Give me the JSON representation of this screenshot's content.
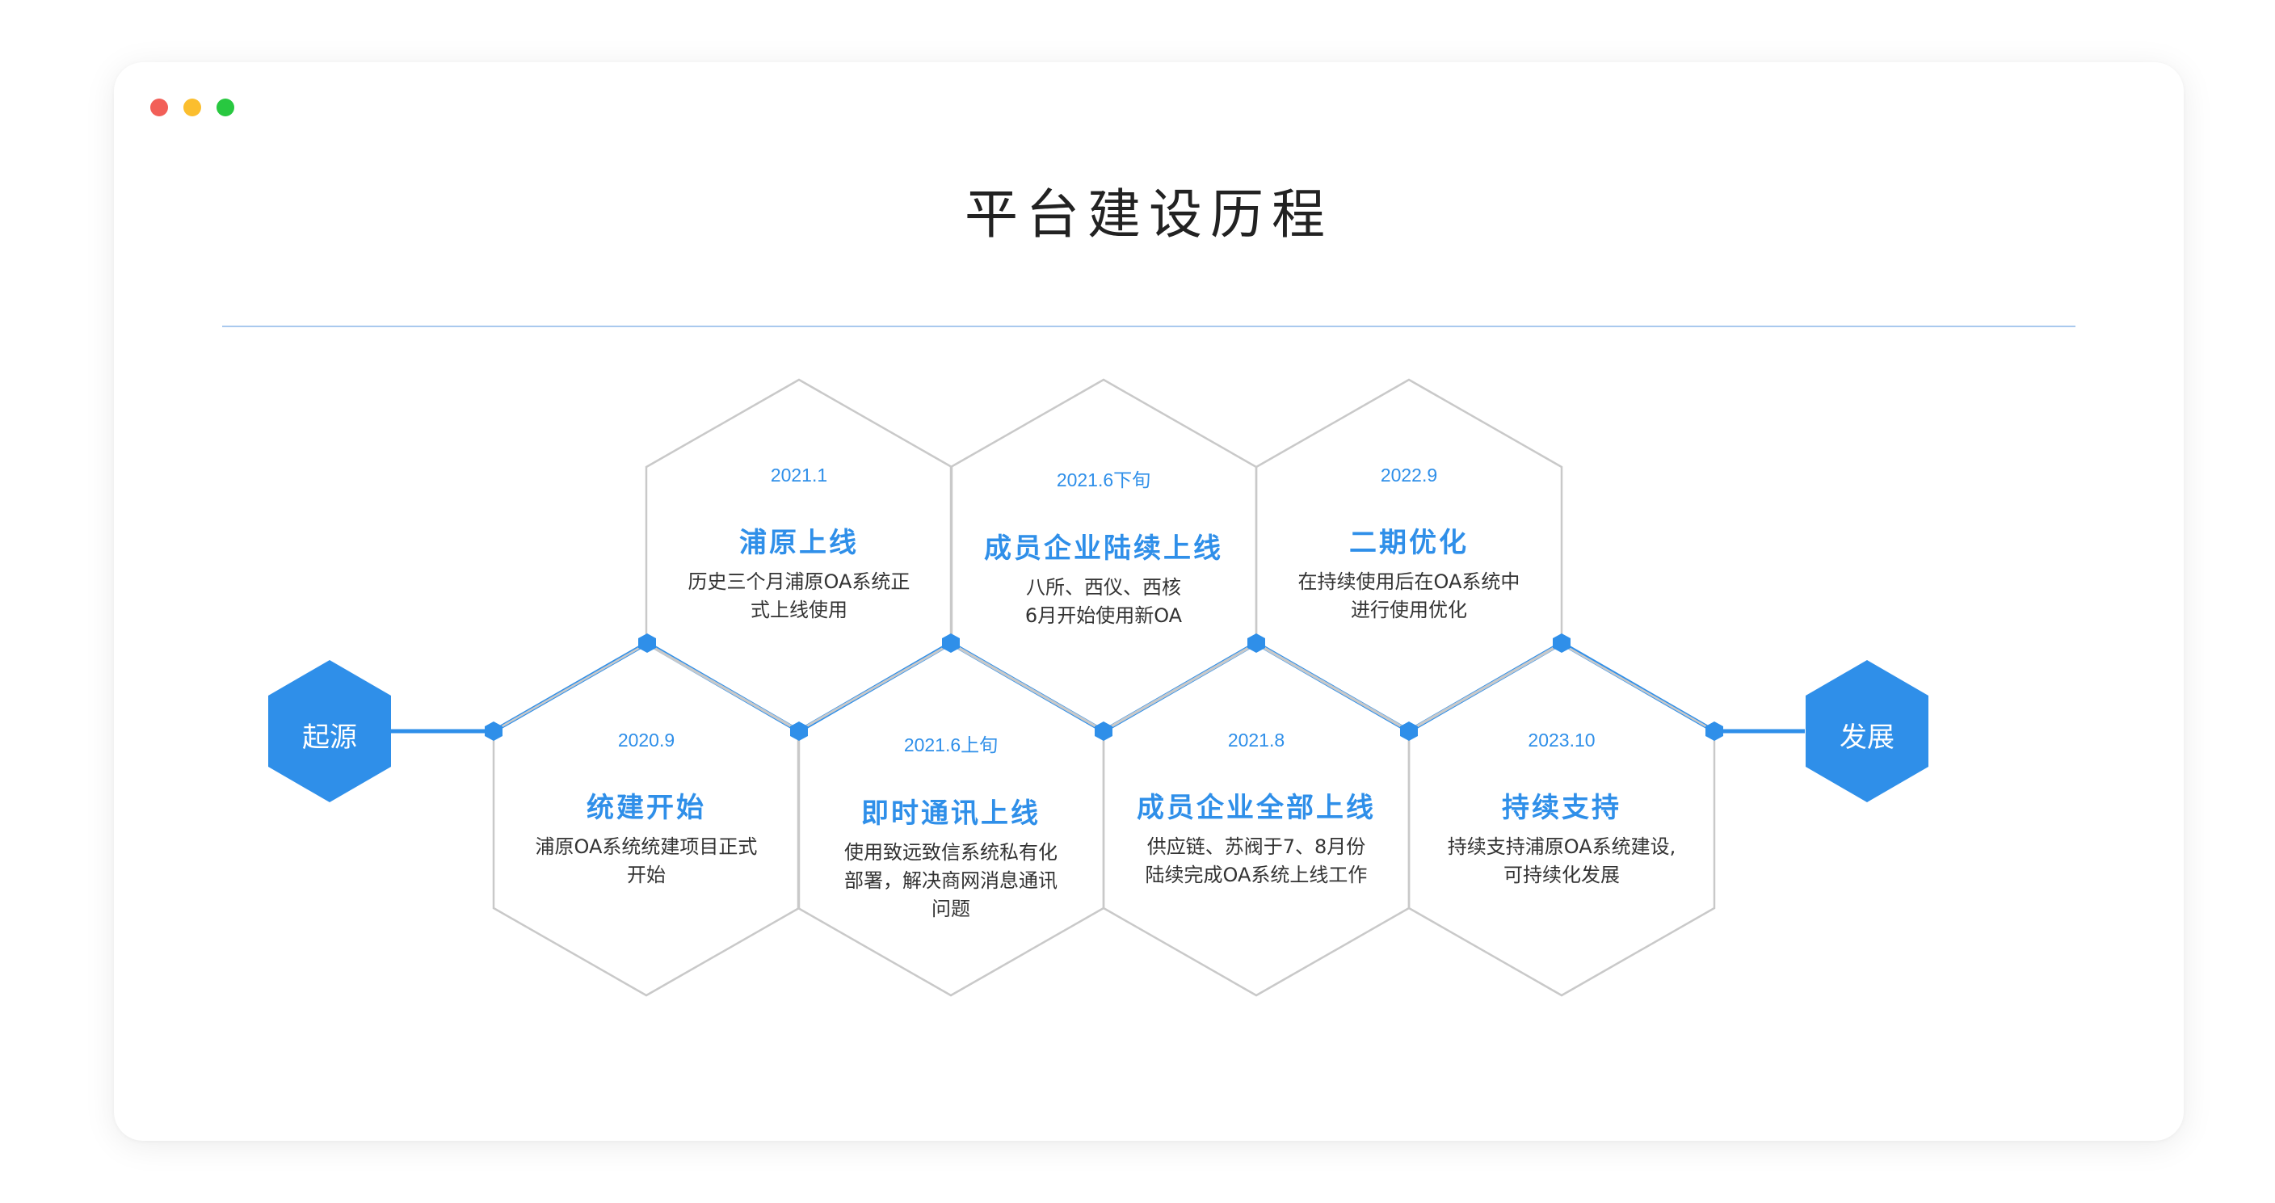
{
  "window": {
    "title": "平台建设历程"
  },
  "colors": {
    "accent": "#2f8fe9",
    "hex_outline": "#c9c9c9",
    "divider": "#a9c9ee"
  },
  "endpoints": {
    "start": "起源",
    "end": "发展"
  },
  "milestones": [
    {
      "date": "2021.1",
      "title": "浦原上线",
      "desc": [
        "历史三个月浦原OA系统正",
        "式上线使用"
      ]
    },
    {
      "date": "2021.6下旬",
      "title": "成员企业陆续上线",
      "desc": [
        "八所、西仪、西核",
        "6月开始使用新OA"
      ]
    },
    {
      "date": "2022.9",
      "title": "二期优化",
      "desc": [
        "在持续使用后在OA系统中",
        "进行使用优化"
      ]
    },
    {
      "date": "2020.9",
      "title": "统建开始",
      "desc": [
        "浦原OA系统统建项目正式",
        "开始"
      ]
    },
    {
      "date": "2021.6上旬",
      "title": "即时通讯上线",
      "desc": [
        "使用致远致信系统私有化",
        "部署，解决商网消息通讯",
        "问题"
      ]
    },
    {
      "date": "2021.8",
      "title": "成员企业全部上线",
      "desc": [
        "供应链、苏阀于7、8月份",
        "陆续完成OA系统上线工作"
      ]
    },
    {
      "date": "2023.10",
      "title": "持续支持",
      "desc": [
        "持续支持浦原OA系统建设,",
        "可持续化发展"
      ]
    }
  ]
}
